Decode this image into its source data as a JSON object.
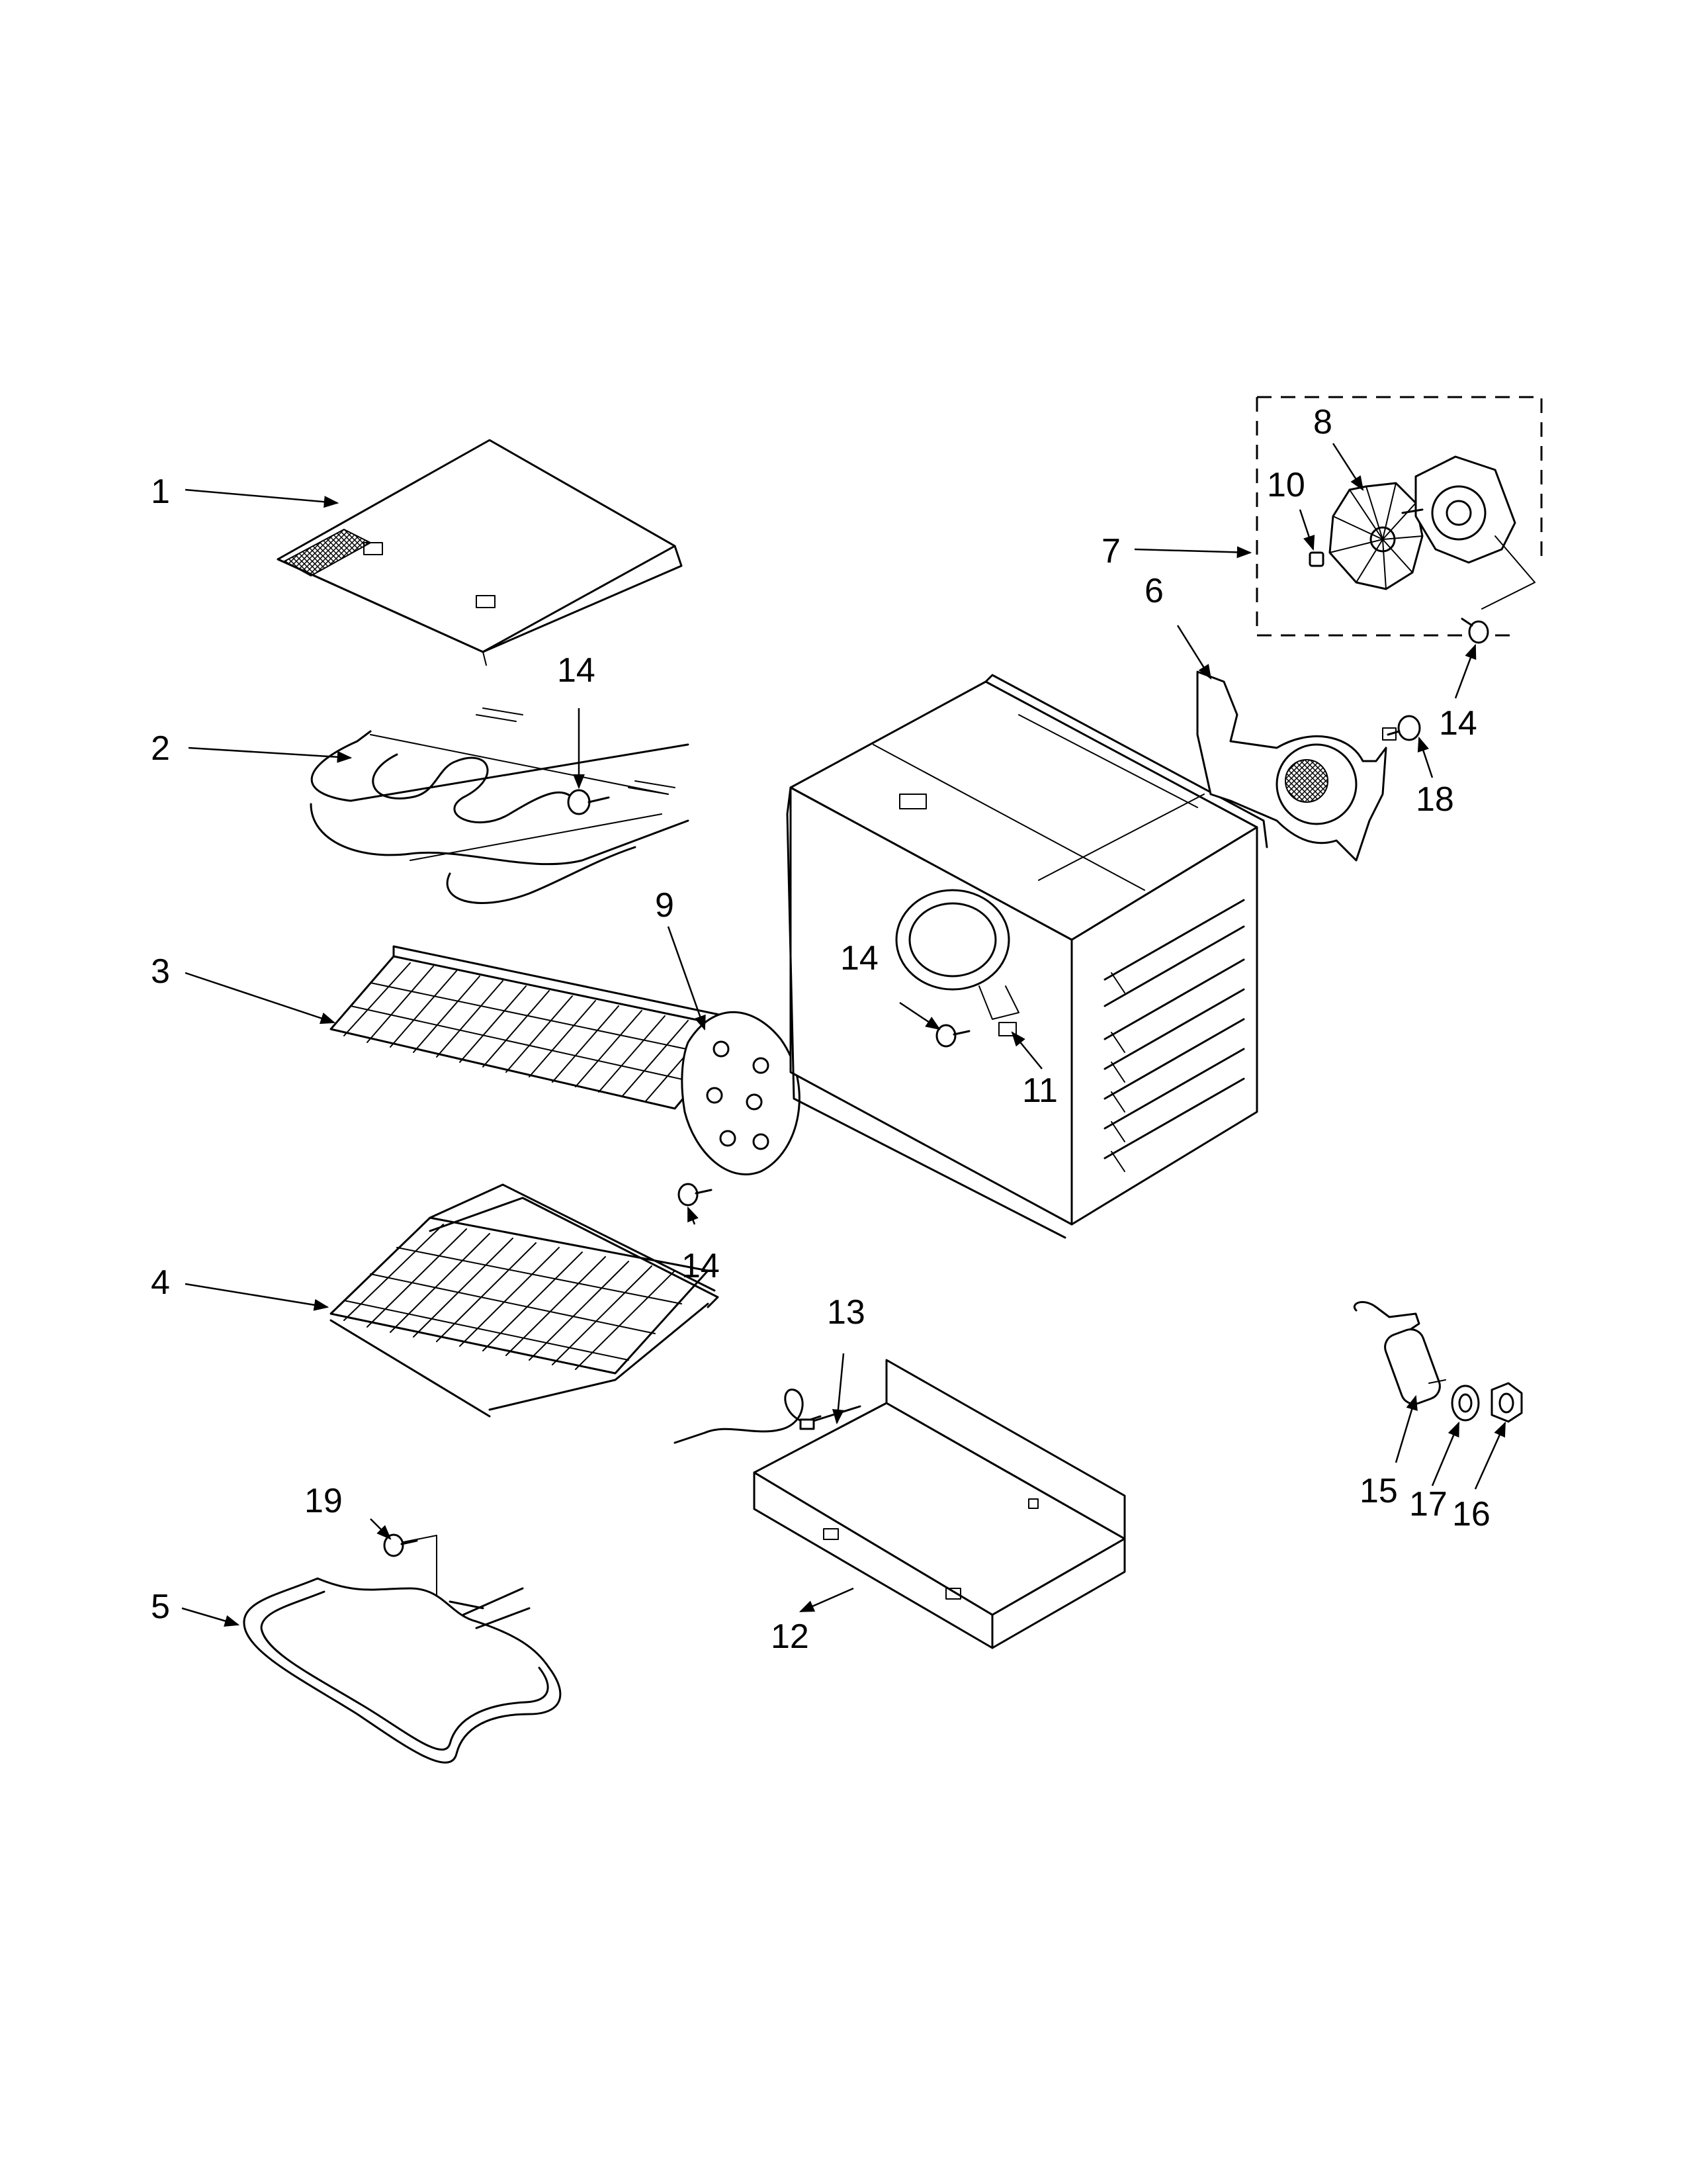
{
  "diagram": {
    "callouts": [
      {
        "id": "c1",
        "label": "1"
      },
      {
        "id": "c2",
        "label": "2"
      },
      {
        "id": "c3",
        "label": "3"
      },
      {
        "id": "c4",
        "label": "4"
      },
      {
        "id": "c5",
        "label": "5"
      },
      {
        "id": "c6",
        "label": "6"
      },
      {
        "id": "c7",
        "label": "7"
      },
      {
        "id": "c8",
        "label": "8"
      },
      {
        "id": "c9",
        "label": "9"
      },
      {
        "id": "c10",
        "label": "10"
      },
      {
        "id": "c11",
        "label": "11"
      },
      {
        "id": "c12",
        "label": "12"
      },
      {
        "id": "c13",
        "label": "13"
      },
      {
        "id": "c14a",
        "label": "14"
      },
      {
        "id": "c14b",
        "label": "14"
      },
      {
        "id": "c14c",
        "label": "14"
      },
      {
        "id": "c14d",
        "label": "14"
      },
      {
        "id": "c15",
        "label": "15"
      },
      {
        "id": "c16",
        "label": "16"
      },
      {
        "id": "c17",
        "label": "17"
      },
      {
        "id": "c18",
        "label": "18"
      },
      {
        "id": "c19",
        "label": "19"
      }
    ]
  }
}
